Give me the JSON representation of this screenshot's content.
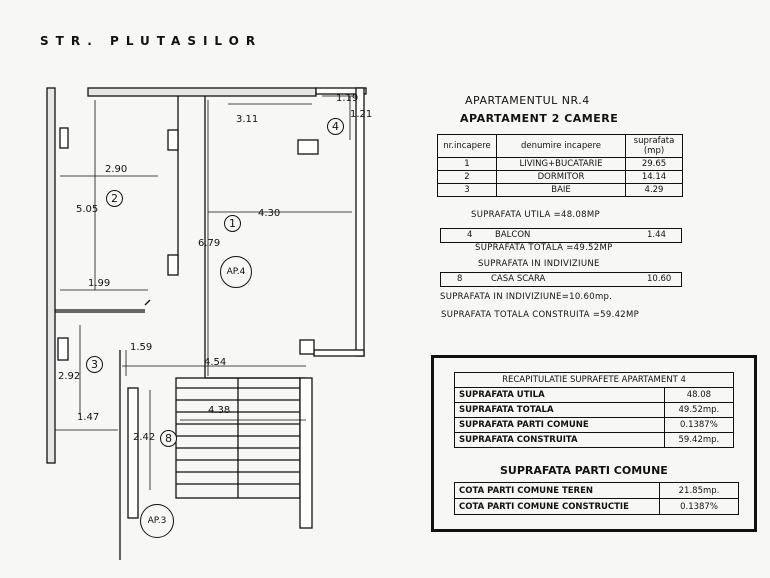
{
  "street": "STR. PLUTASILOR",
  "plan": {
    "dims": [
      "1.19",
      "1.21",
      "3.11",
      "2.90",
      "5.05",
      "4.30",
      "6.79",
      "1.99",
      "1.59",
      "4.54",
      "2.92",
      "1.47",
      "4.38",
      "2.42"
    ],
    "rooms": [
      "1",
      "2",
      "3",
      "4",
      "8"
    ],
    "ap_labels": [
      "AP.4",
      "AP.3"
    ]
  },
  "info": {
    "title1": "APARTAMENTUL NR.4",
    "title2": "APARTAMENT 2 CAMERE",
    "headers": [
      "nr.incapere",
      "denumire incapere",
      "suprafata (mp)"
    ],
    "rooms": [
      {
        "nr": "1",
        "name": "LIVING+BUCATARIE",
        "area": "29.65"
      },
      {
        "nr": "2",
        "name": "DORMITOR",
        "area": "14.14"
      },
      {
        "nr": "3",
        "name": "BAIE",
        "area": "4.29"
      }
    ],
    "utila": "SUPRAFATA UTILA =48.08MP",
    "balcon": {
      "nr": "4",
      "name": "BALCON",
      "area": "1.44"
    },
    "totala": "SUPRAFATA TOTALA =49.52MP",
    "indiviziune_title": "SUPRAFATA IN INDIVIZIUNE",
    "casa": {
      "nr": "8",
      "name": "CASA SCARA",
      "area": "10.60"
    },
    "indiviziune": "SUPRAFATA IN INDIVIZIUNE=10.60mp.",
    "constructa": "SUPRAFATA TOTALA CONSTRUITA =59.42MP"
  },
  "recap": {
    "title": "RECAPITULATIE SUPRAFETE APARTAMENT 4",
    "rows": [
      {
        "label": "SUPRAFATA UTILA",
        "value": "48.08"
      },
      {
        "label": "SUPRAFATA TOTALA",
        "value": "49.52mp."
      },
      {
        "label": "SUPRAFATA PARTI COMUNE",
        "value": "0.1387%"
      },
      {
        "label": "SUPRAFATA CONSTRUITA",
        "value": "59.42mp."
      }
    ],
    "common_title": "SUPRAFATA PARTI COMUNE",
    "common_rows": [
      {
        "label": "COTA PARTI COMUNE TEREN",
        "value": "21.85mp."
      },
      {
        "label": "COTA PARTI COMUNE CONSTRUCTIE",
        "value": "0.1387%"
      }
    ]
  }
}
